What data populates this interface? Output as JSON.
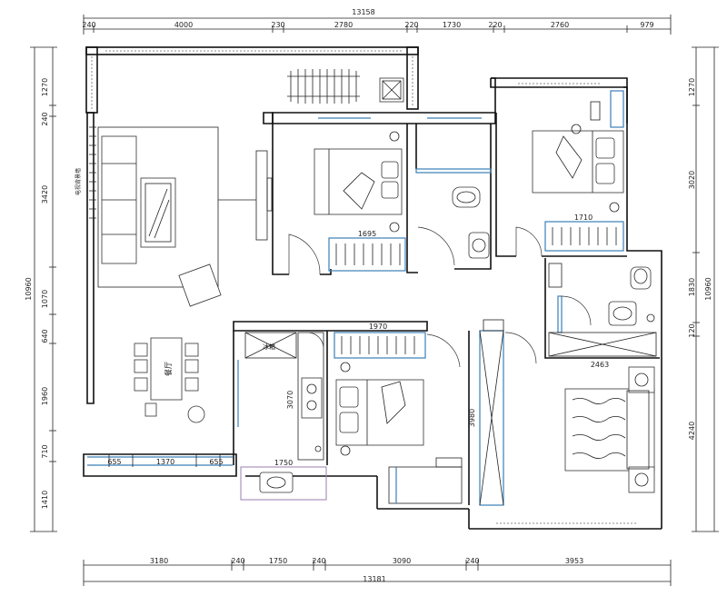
{
  "dimensions": {
    "top_total": "13158",
    "top": [
      "240",
      "4000",
      "230",
      "2780",
      "220",
      "1730",
      "220",
      "2760",
      "979"
    ],
    "bottom": [
      "3180",
      "240",
      "1750",
      "240",
      "3090",
      "240",
      "3953"
    ],
    "bottom_total": "13181",
    "left_total": "10960",
    "left": [
      "1270",
      "240",
      "3420",
      "1070",
      "640",
      "1960",
      "710",
      "1410"
    ],
    "right_total": "10960",
    "right": [
      "1270",
      "3020",
      "1830",
      "120",
      "4240"
    ]
  },
  "rooms": {
    "bedroom1_width": "1695",
    "bedroom2_width": "1710",
    "bathroom2_width": "2463",
    "wardrobe3_width": "1970",
    "kitchen_height": "3070",
    "wardrobe_height": "3980",
    "balcony_width": "1750",
    "dining_label": "餐厅",
    "bay_window": "1370",
    "bay_left": "655",
    "bay_right": "655"
  },
  "labels": {
    "side_text": "电视背景墙",
    "kitchen_box": "冰箱"
  },
  "colors": {
    "wall": "#111111",
    "wardrobe_blue": "#3a7fb8",
    "balcony_purple": "#9a7fb0"
  }
}
